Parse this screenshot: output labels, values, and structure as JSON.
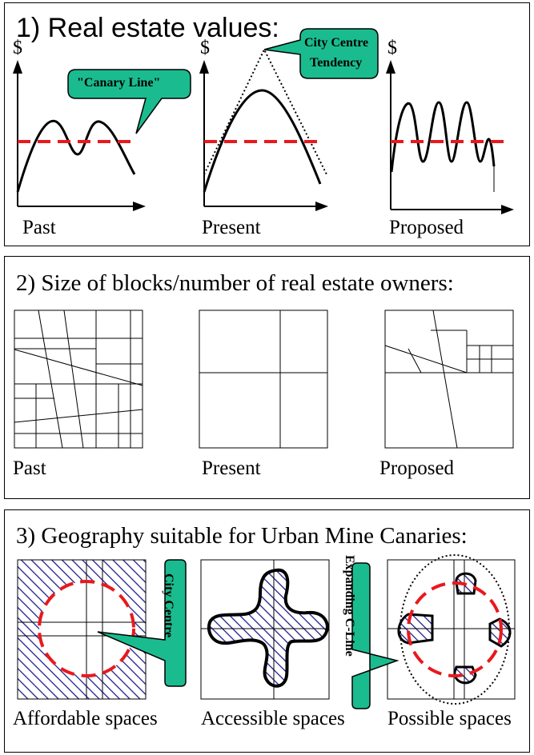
{
  "section1": {
    "title": "1) Real estate values:",
    "y_axis_symbol": "$",
    "callout_canary": "\"Canary Line\"",
    "callout_city_line1": "City Centre",
    "callout_city_line2": "Tendency",
    "labels": [
      "Past",
      "Present",
      "Proposed"
    ]
  },
  "section2": {
    "title": "2) Size of blocks/number of real estate owners:",
    "labels": [
      "Past",
      "Present",
      "Proposed"
    ]
  },
  "section3": {
    "title": "3) Geography suitable for Urban Mine Canaries:",
    "callout_city": "City Centre",
    "callout_expanding": "Expanding C-Line",
    "labels": [
      "Affordable spaces",
      "Accessible spaces",
      "Possible spaces"
    ]
  },
  "colors": {
    "callout_fill": "#1abc8f",
    "canary_line": "#e8191c",
    "hatch": "#1f1f8f",
    "stroke": "#000000"
  }
}
